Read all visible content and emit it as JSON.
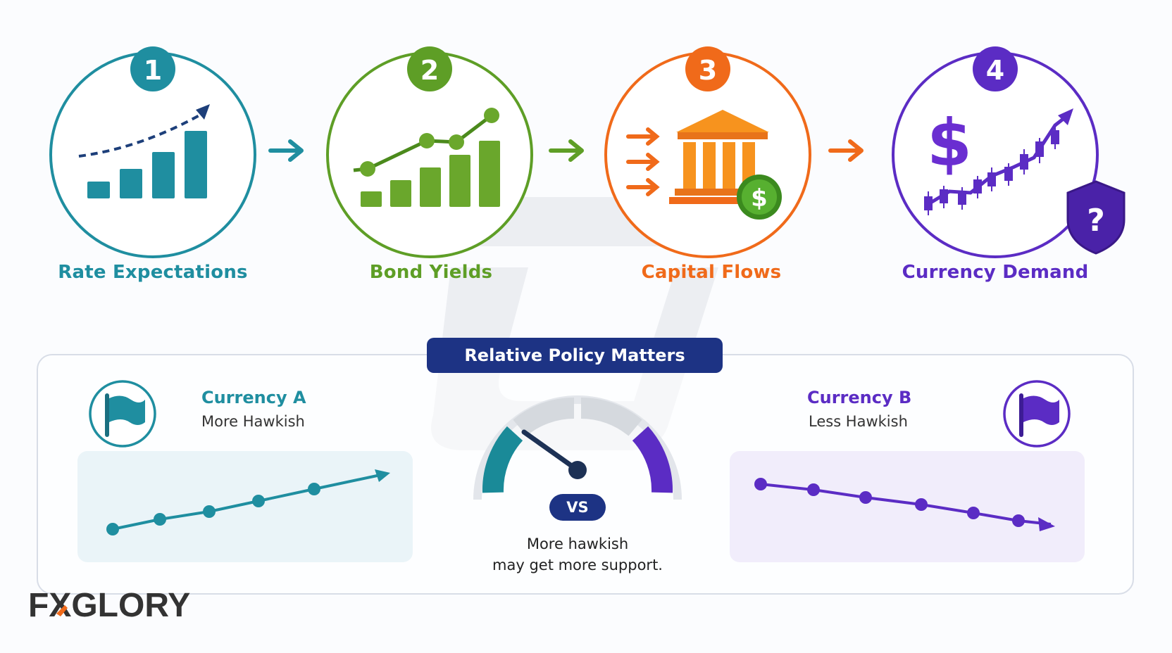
{
  "steps": [
    {
      "number": "1",
      "label": "Rate Expectations",
      "color": "#1f8ea0"
    },
    {
      "number": "2",
      "label": "Bond Yields",
      "color": "#5e9e26"
    },
    {
      "number": "3",
      "label": "Capital Flows",
      "color": "#f06a1a"
    },
    {
      "number": "4",
      "label": "Currency Demand",
      "color": "#5b2cc4"
    }
  ],
  "step_icons": {
    "step1": "rising-bar-chart-icon",
    "step2": "bar-and-line-chart-icon",
    "step3": "bank-with-dollar-coin-icon",
    "step4": "dollar-candlestick-with-question-shield-icon"
  },
  "policy": {
    "title": "Relative Policy Matters",
    "currency_a": {
      "name": "Currency A",
      "stance": "More Hawkish",
      "trend": "up",
      "icon": "flag-icon",
      "color": "#1f8ea0"
    },
    "currency_b": {
      "name": "Currency B",
      "stance": "Less Hawkish",
      "trend": "down",
      "icon": "flag-icon",
      "color": "#5b2cc4"
    },
    "gauge": {
      "badge": "VS",
      "icon": "gauge-icon"
    },
    "caption_line1": "More hawkish",
    "caption_line2": "may get more support."
  },
  "brand": {
    "logo_text": "FXGLORY",
    "accent": "#f06a1a"
  }
}
